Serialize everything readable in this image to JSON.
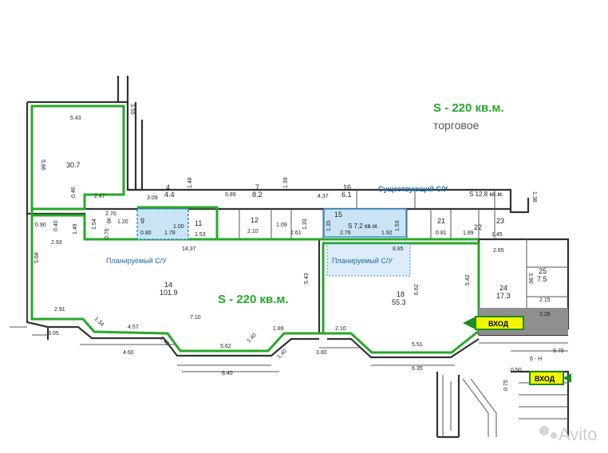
{
  "header": {
    "area_total": "S - 220 кв.м.",
    "usage": "торговое"
  },
  "main_area_label": "S - 220 кв.м.",
  "wc_labels": {
    "existing": "Существующий С/У",
    "planned_left": "Планируемый С/У",
    "planned_right": "Планируемый С/У",
    "existing_area": "S 7,2 кв.м.",
    "side_area": "S 12,8 кв.м."
  },
  "entrances": {
    "main": "ВХОД",
    "side": "ВХОД"
  },
  "rooms": [
    {
      "num": "14",
      "area": "101.9"
    },
    {
      "num": "18",
      "area": "55.3"
    },
    {
      "num": "24",
      "area": "17.3"
    },
    {
      "num": "25",
      "area": "7.5"
    },
    {
      "num": "7",
      "area": "8.2"
    },
    {
      "num": "4",
      "area": "4.4"
    },
    {
      "num": "16",
      "area": "6.1"
    },
    {
      "num": "11",
      "area": ""
    },
    {
      "num": "12",
      "area": ""
    },
    {
      "num": "15",
      "area": ""
    },
    {
      "num": "21",
      "area": ""
    },
    {
      "num": "22",
      "area": ""
    },
    {
      "num": "23",
      "area": ""
    },
    {
      "num": "8",
      "area": ""
    },
    {
      "num": "9",
      "area": ""
    },
    {
      "num": "",
      "area": "30.7"
    }
  ],
  "dimensions": {
    "top_left": "5.43",
    "left_side": "5.86",
    "d_3_55": "3.55",
    "d_2_47": "2.47",
    "d_0_46": "0.46",
    "d_3_09": "3.09",
    "d_1_48": "1.48",
    "d_5_89": "5.89",
    "d_1_39": "1.39",
    "d_4_37": "4.37",
    "d_1_38": "1.38",
    "d_0_90": "0.90",
    "d_0_40": "0.40",
    "d_2_93": "2.93",
    "d_1_49": "1.49",
    "d_2_70": "2.70",
    "d_1_54": "1.54",
    "d_0_76": "0.76",
    "d_1_20": "1.20",
    "d_0_80": "0.80",
    "d_1_78": "1.78",
    "d_1_00": "1.00",
    "d_1_53a": "1.53",
    "d_2_10a": "2.10",
    "d_1_09": "1.09",
    "d_2_61": "2.61",
    "d_1_33": "1.33",
    "d_1_35": "1.35",
    "d_2_76": "2.76",
    "d_1_92": "1.92",
    "d_1_53b": "1.53",
    "d_0_81": "0.81",
    "d_1_89": "1.89",
    "d_1_45": "1.45",
    "d_14_37": "14.37",
    "d_8_85": "8.85",
    "d_2_65": "2.65",
    "d_3_90": "3.90",
    "d_5_68": "5.68",
    "d_5_43b": "5.43",
    "d_5_42": "5.42",
    "d_6_62": "6.62",
    "d_2_15": "2.15",
    "d_2_28": "2.28",
    "d_2_91": "2.91",
    "d_1_34": "1.34",
    "d_4_57": "4.57",
    "d_7_10": "7.10",
    "d_1_89b": "1.89",
    "d_2_10b": "2.10",
    "d_5_51": "5.51",
    "d_3_05": "3.05",
    "d_4_60": "4.60",
    "d_1_43": "1.43",
    "d_5_62": "5.62",
    "d_1_40a": "1.40",
    "d_1_40b": "1.40",
    "d_3_80": "3.80",
    "d_6_40": "6.40",
    "d_6_35": "6.35",
    "d_9_70": "9.70",
    "d_0_50": "0.50",
    "d_0_75": "0.75",
    "d_6_h": "6 - H"
  },
  "watermark": "Avito",
  "colors": {
    "outline_green": "#27a82a",
    "wc_blue_fill": "#c9e4f5",
    "wc_blue_border": "#3a8fd0",
    "entry_fill": "#f2f500",
    "entry_border": "#1f8a1f",
    "stair_shade": "#8f8f8f"
  }
}
